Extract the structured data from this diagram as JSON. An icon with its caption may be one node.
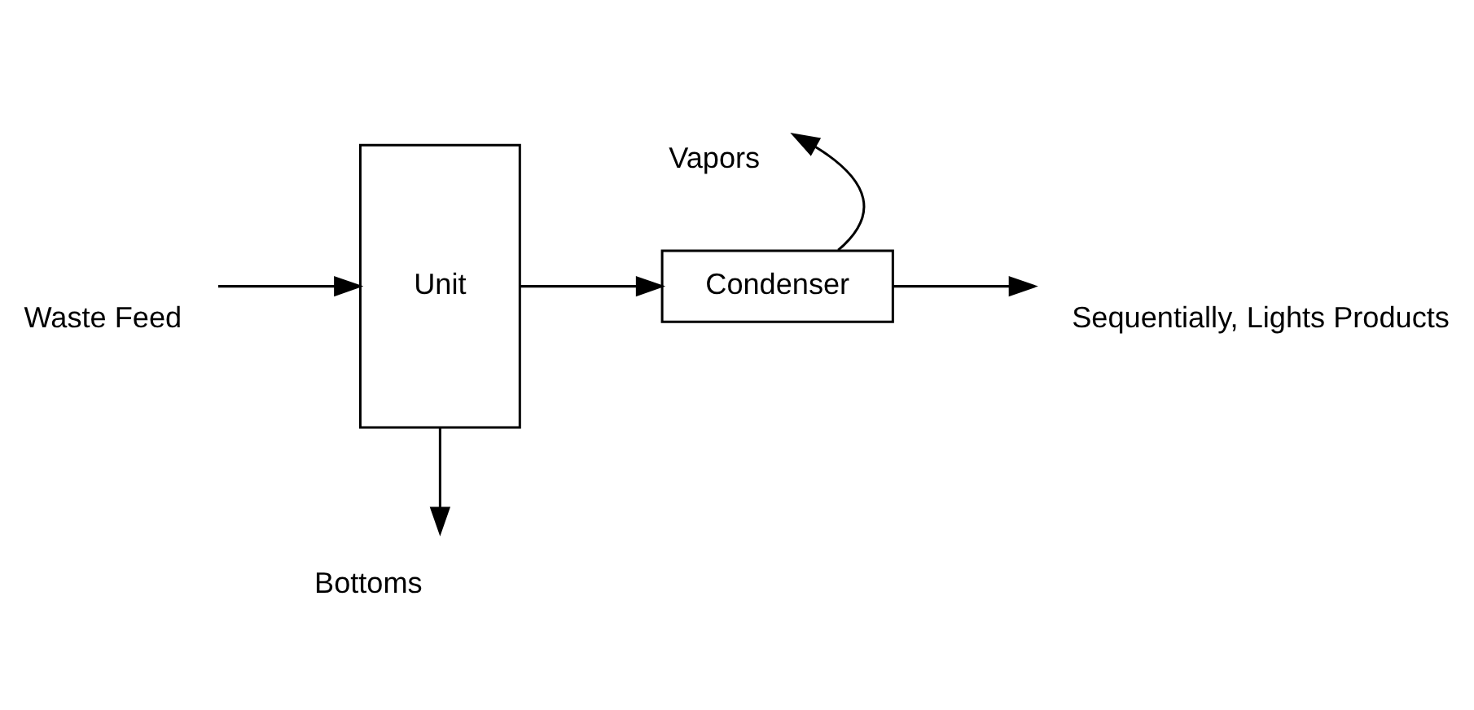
{
  "diagram": {
    "nodes": [
      {
        "text": [
          "Unit"
        ]
      },
      {
        "text": [
          "Condenser"
        ]
      }
    ],
    "edges": [
      {
        "from": null,
        "to": 0,
        "arrow": "to",
        "label": "Waste Feed"
      },
      {
        "from": 0,
        "to": 1,
        "arrow": "to"
      },
      {
        "from": 1,
        "to": null,
        "arrow": "to",
        "label": "Vapors"
      },
      {
        "from": 1,
        "to": null,
        "arrow": "to",
        "label": "Sequentially, Lights Products"
      },
      {
        "from": 0,
        "to": null,
        "arrow": "to",
        "label": "Bottoms"
      }
    ]
  }
}
